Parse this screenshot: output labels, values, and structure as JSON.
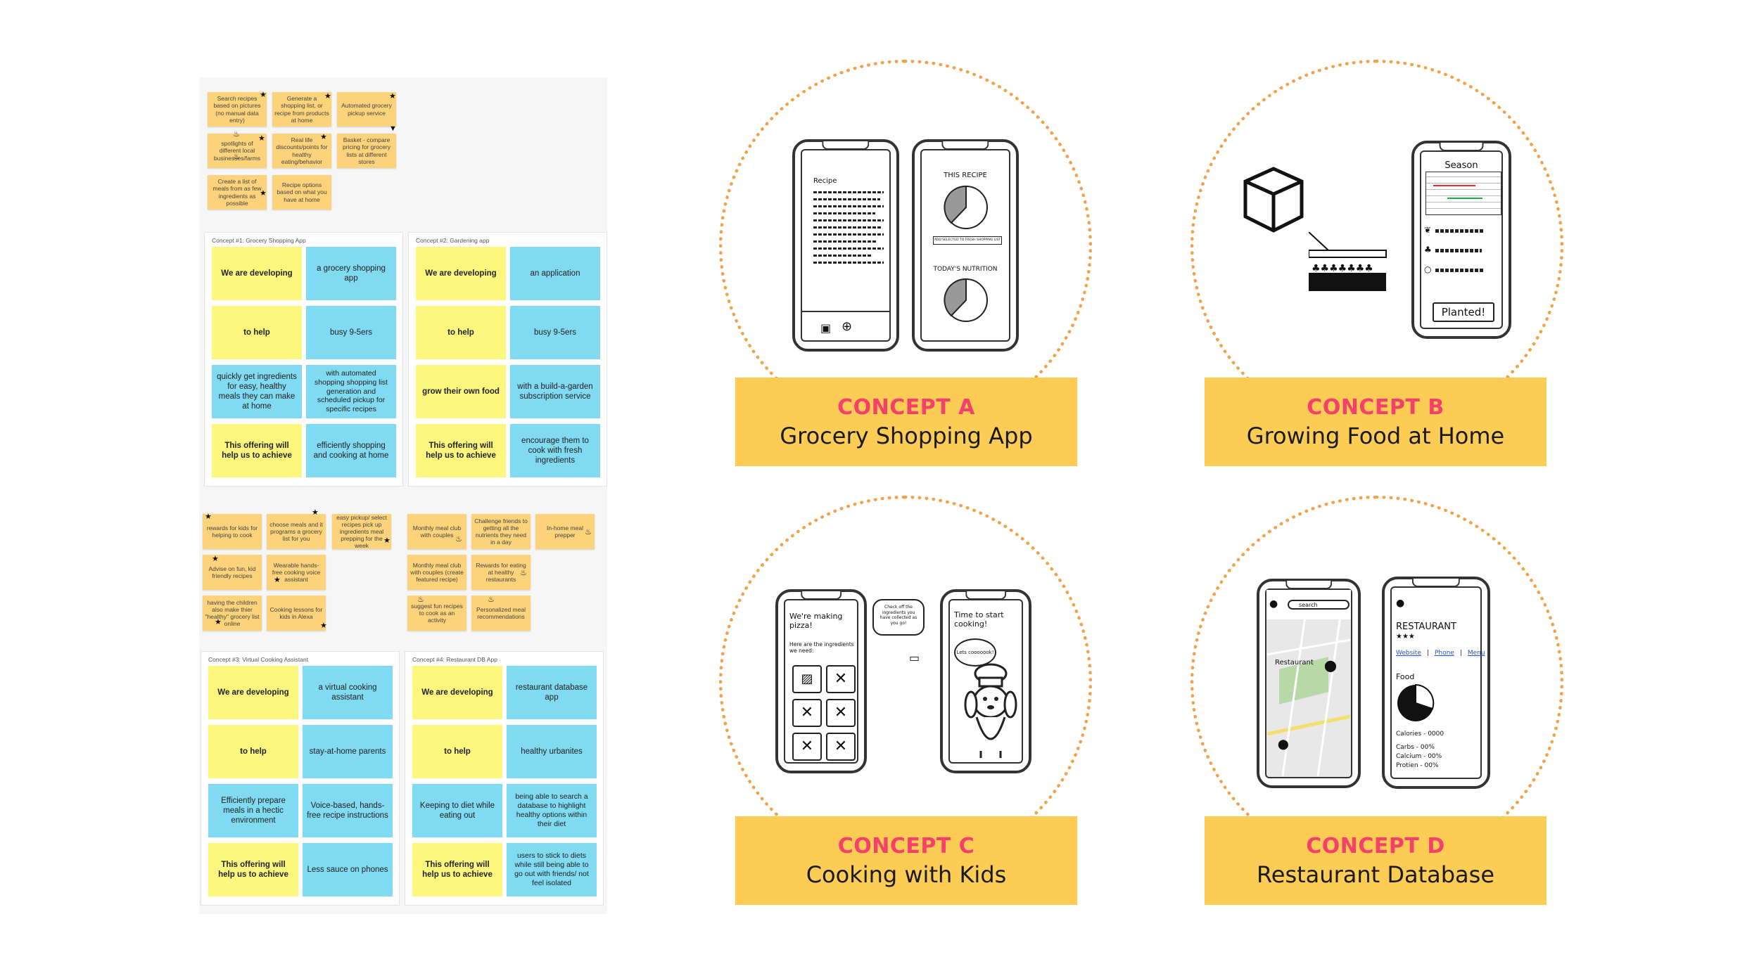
{
  "stickies_group1": [
    "Search recipes based on pictures (no manual data entry)",
    "Generate a shopping list, or recipe from products at home",
    "Automated grocery pickup service",
    "spotlights of different local businesses/farms",
    "Real life discounts/points for healthy eating/behavior",
    "Basket - compare pricing for grocery lists at different stores",
    "Create a list of meals from as few ingredients as possible",
    "Recipe options based on what you have at home"
  ],
  "stickies_group2": [
    "rewards for kids for helping to cook",
    "choose meals and it programs a grocery list for you",
    "easy pickup/ select recipes pick up ingredients meal prepping for the week",
    "Advise on fun, kid friendly recipes",
    "Wearable hands-free cooking voice assistant",
    "having the children also make thier \"healthy\" grocery list online",
    "Cooking lessons for kids in Alexa"
  ],
  "stickies_group3": [
    "Monthly meal club with couples",
    "Challenge friends to getting all the nutrients they need in a day",
    "In-home meal prepper",
    "Monthly meal club with couples (create featured recipe)",
    "Rewards for eating at healthy restaurants",
    "suggest fun recipes to cook as an activity",
    "Personalized meal recommendations"
  ],
  "canvases": [
    {
      "title": "Concept #1: Grocery Shopping App",
      "cells": [
        "We are developing",
        "a grocery shopping app",
        "to help",
        "busy 9-5ers",
        "quickly get ingredients for easy, healthy meals they can make at home",
        "with automated shopping shopping list generation and scheduled pickup for specific recipes",
        "This offering will help us to achieve",
        "efficiently shopping and cooking at home"
      ]
    },
    {
      "title": "Concept #2: Gardening app",
      "cells": [
        "We are developing",
        "an application",
        "to help",
        "busy 9-5ers",
        "grow their own food",
        "with a build-a-garden subscription service",
        "This offering will help us to achieve",
        "encourage them to cook with fresh ingredients"
      ]
    },
    {
      "title": "Concept #3: Virtual Cooking Assistant",
      "cells": [
        "We are developing",
        "a virtual cooking assistant",
        "to help",
        "stay-at-home parents",
        "Efficiently prepare meals in a hectic environment",
        "Voice-based, hands-free recipe instructions",
        "This offering will help us to achieve",
        "Less sauce on phones"
      ]
    },
    {
      "title": "Concept #4: Restaurant DB App",
      "cells": [
        "We are developing",
        "restaurant database app",
        "to help",
        "healthy urbanites",
        "Keeping to diet while eating out",
        "being able to search a database to highlight healthy options within their diet",
        "This offering will help us to achieve",
        "users to stick to diets while still being able to go out with friends/ not feel isolated"
      ]
    }
  ],
  "concepts": [
    {
      "title": "CONCEPT A",
      "name": "Grocery Shopping App"
    },
    {
      "title": "CONCEPT B",
      "name": "Growing Food at Home"
    },
    {
      "title": "CONCEPT C",
      "name": "Cooking with Kids"
    },
    {
      "title": "CONCEPT D",
      "name": "Restaurant Database"
    }
  ],
  "sketches": {
    "a_recipe": "Recipe",
    "a_this_recipe": "THIS RECIPE",
    "a_button": "ADD SELECTED TO FRESH SHOPPING LIST",
    "a_nutrition": "TODAY'S NUTRITION",
    "b_season": "Season",
    "b_planted": "Planted!",
    "c_making": "We're making pizza!",
    "c_ingredients": "Here are the ingredients we need:",
    "c_bubble": "Check off the ingredients you have collected as you go!",
    "c_start": "Time to start cooking!",
    "c_lets": "Lets cooooook!",
    "d_search": "search",
    "d_map_label": "Restaurant",
    "d_restaurant": "RESTAURANT",
    "d_links": [
      "Website",
      "Phone",
      "Menu"
    ],
    "d_food": "Food",
    "d_stats": [
      "Calories - 0000",
      "Carbs - 00%",
      "Calcium - 00%",
      "Protien - 00%"
    ]
  },
  "colors": {
    "sticky": "#fcd37a",
    "canvas_yellow": "#fdf77e",
    "canvas_blue": "#7fdaf2",
    "concept_box": "#fccc55",
    "concept_title": "#f4406b",
    "circle": "#f3a24a"
  }
}
